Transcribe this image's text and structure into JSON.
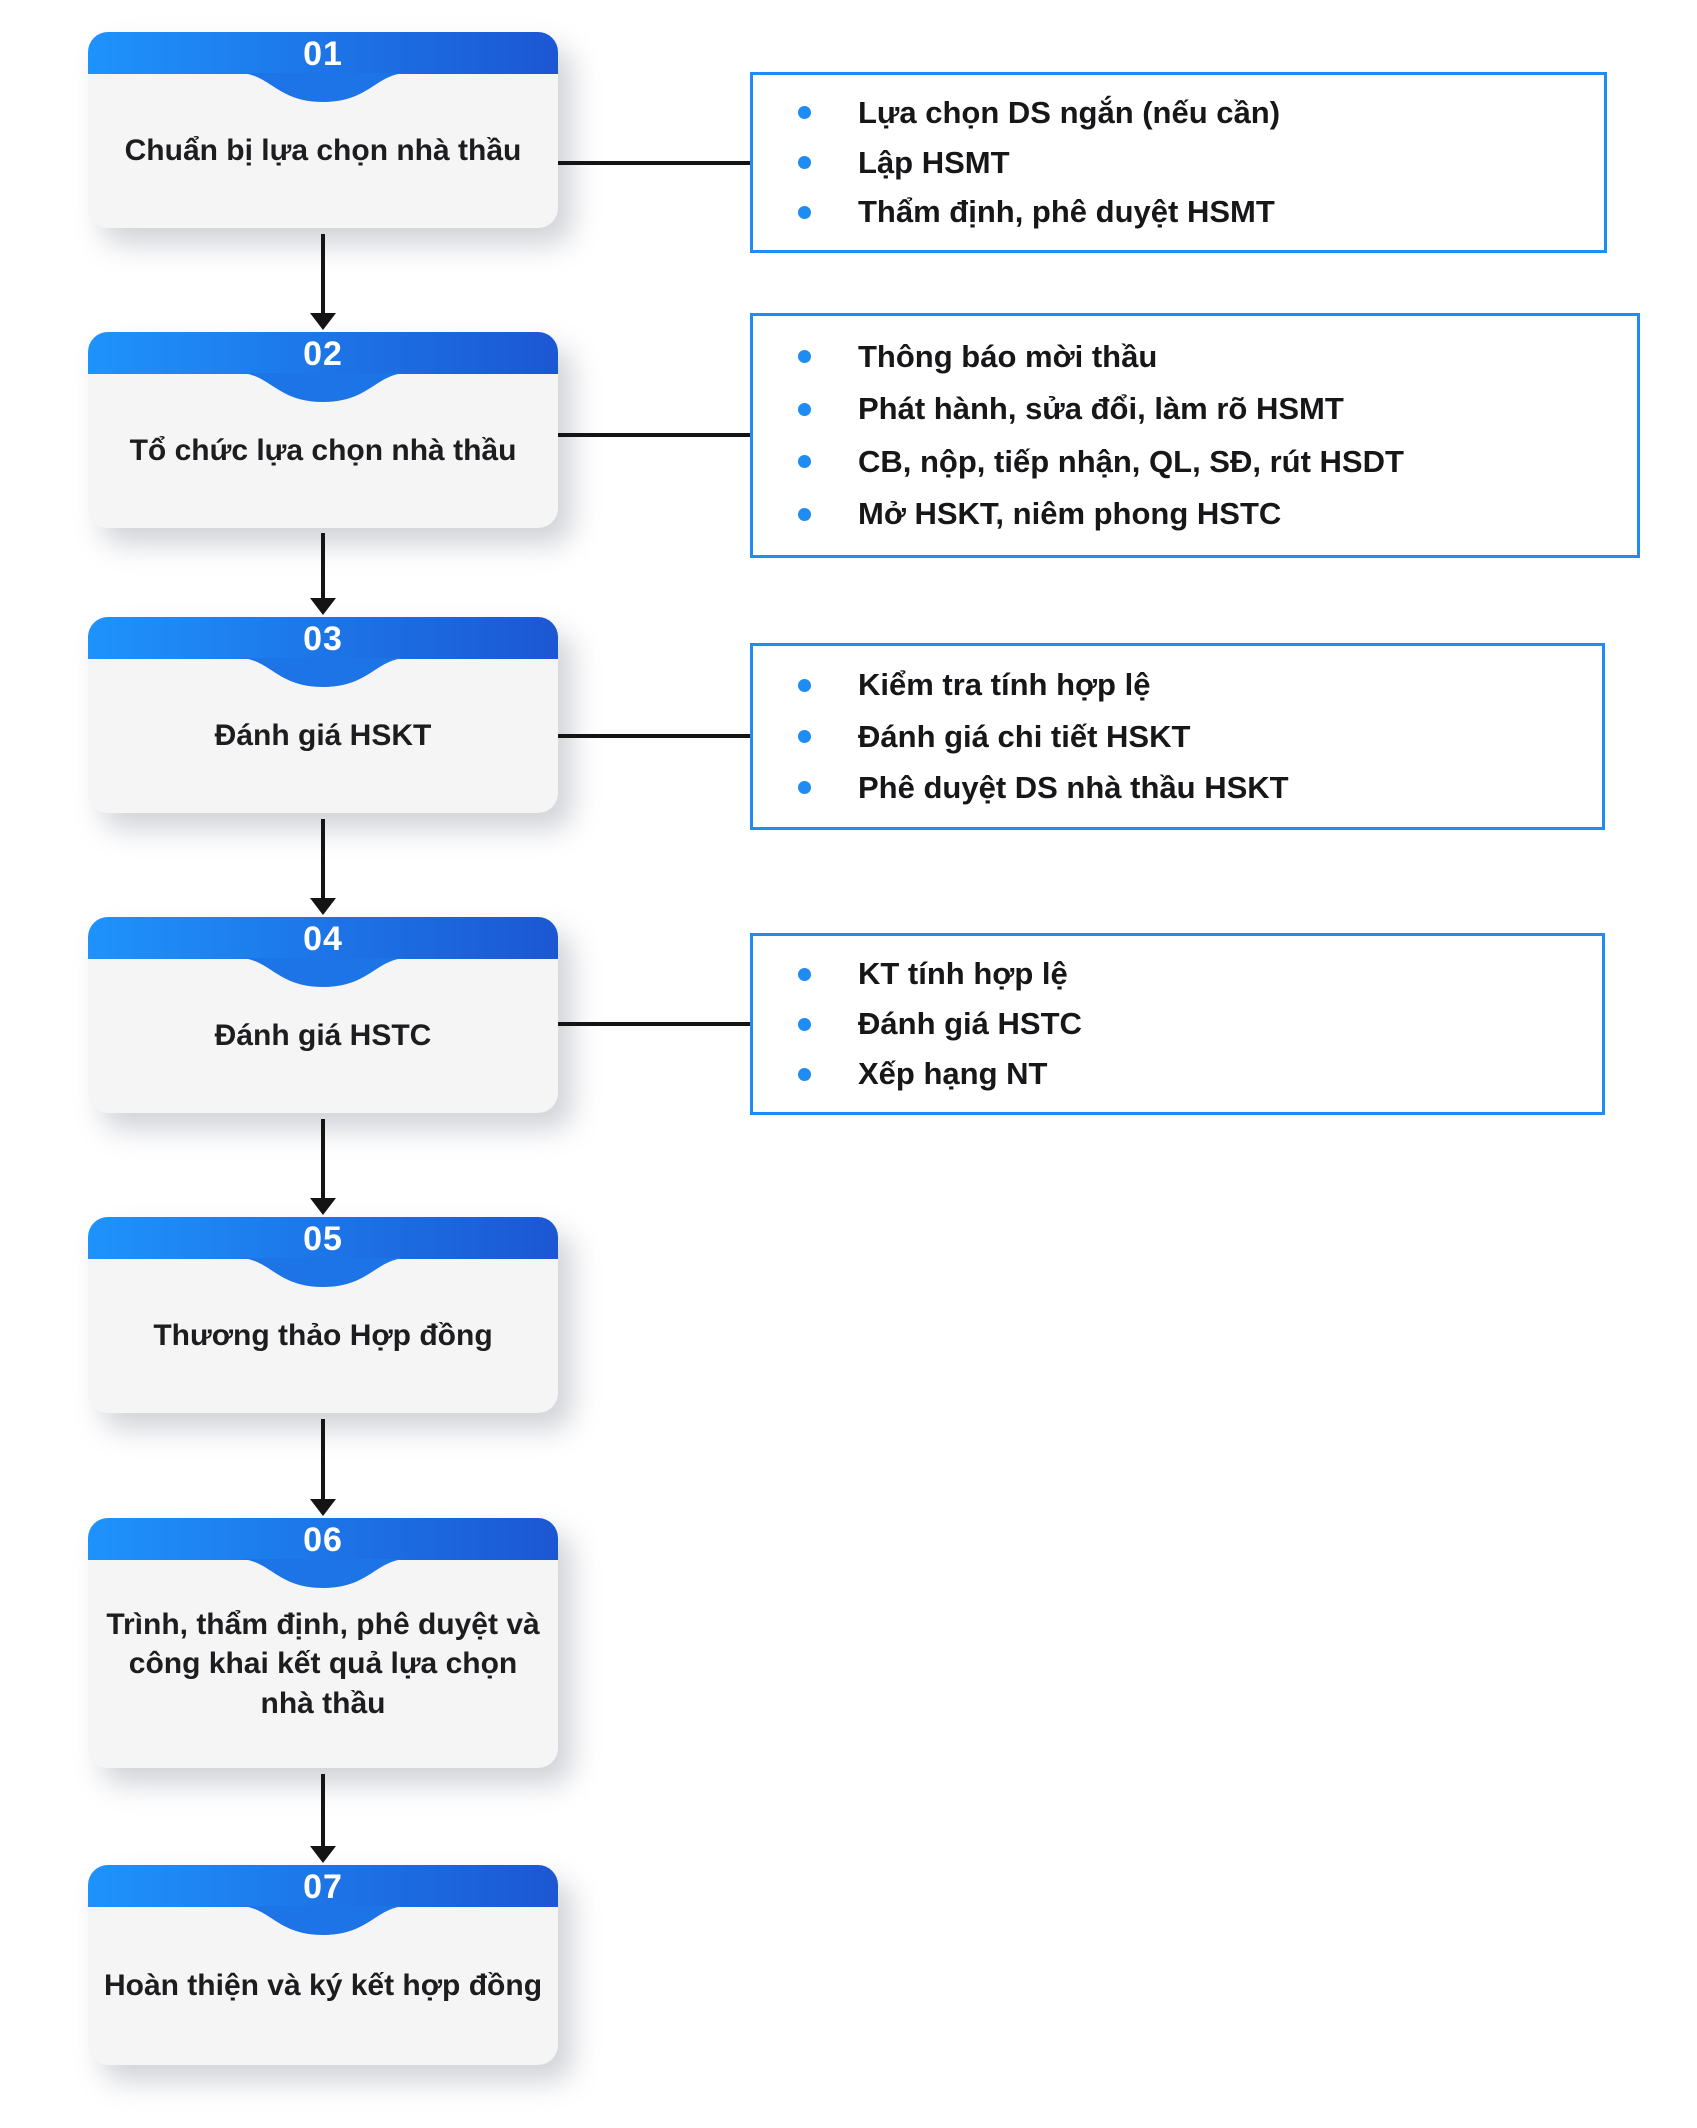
{
  "colors": {
    "header_gradient_start": "#1E93FB",
    "header_gradient_end": "#1C57D3",
    "header_tongue": "#1D74E7",
    "card_background": "#F5F5F6",
    "title_text": "#1D1D1F",
    "detail_border": "#1E8CF2",
    "bullet_dot": "#1E8CF2",
    "connector_line": "#141414"
  },
  "steps": [
    {
      "number": "01",
      "title": "Chuẩn bị lựa chọn nhà thầu",
      "details": [
        "Lựa chọn DS ngắn (nếu cần)",
        "Lập HSMT",
        "Thẩm định, phê duyệt HSMT"
      ]
    },
    {
      "number": "02",
      "title": "Tổ chức lựa chọn nhà thầu",
      "details": [
        "Thông báo mời thầu",
        "Phát hành, sửa đổi, làm rõ HSMT",
        "CB, nộp, tiếp nhận, QL, SĐ, rút HSDT",
        "Mở HSKT, niêm phong HSTC"
      ]
    },
    {
      "number": "03",
      "title": "Đánh giá HSKT",
      "details": [
        "Kiểm tra tính hợp lệ",
        "Đánh giá chi tiết HSKT",
        "Phê duyệt DS nhà thầu HSKT"
      ]
    },
    {
      "number": "04",
      "title": "Đánh giá HSTC",
      "details": [
        "KT tính hợp lệ",
        "Đánh giá HSTC",
        "Xếp hạng NT"
      ]
    },
    {
      "number": "05",
      "title": "Thương thảo Hợp đồng",
      "details": []
    },
    {
      "number": "06",
      "title": "Trình, thẩm định, phê duyệt và công khai kết quả lựa chọn nhà thầu",
      "details": []
    },
    {
      "number": "07",
      "title": "Hoàn thiện và ký kết hợp đồng",
      "details": []
    }
  ]
}
